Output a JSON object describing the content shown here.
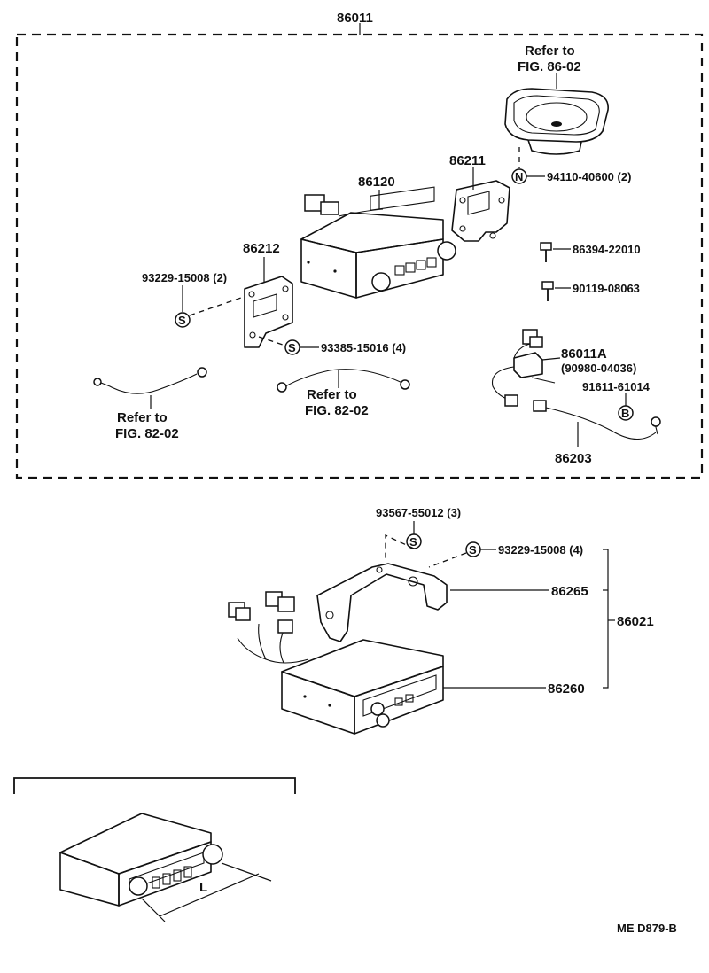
{
  "labels": {
    "assembly_86011": "86011",
    "speaker_ref_1": "Refer to",
    "speaker_ref_2": "FIG. 86-02",
    "screw_n": "94110-40600 (2)",
    "bracket_86211": "86211",
    "radio_86120": "86120",
    "bracket_86212": "86212",
    "screw_93229_top": "93229-15008 (2)",
    "bolt_86394": "86394-22010",
    "bolt_90119": "90119-08063",
    "screw_93385": "93385-15016 (4)",
    "part_86011a": "86011A",
    "part_86011a_sub": "(90980-04036)",
    "screw_91611": "91611-61014",
    "cable_86203": "86203",
    "ref_left_1": "Refer to",
    "ref_left_2": "FIG. 82-02",
    "ref_mid_1": "Refer to",
    "ref_mid_2": "FIG. 82-02",
    "screw_93567": "93567-55012 (3)",
    "screw_93229_bottom": "93229-15008 (4)",
    "bracket_86265": "86265",
    "assembly_86021": "86021",
    "radio_86260": "86260",
    "dimension_l": "L",
    "drawing_code": "ME  D879-B"
  },
  "symbols": {
    "n": "N",
    "s": "S",
    "b": "B"
  }
}
